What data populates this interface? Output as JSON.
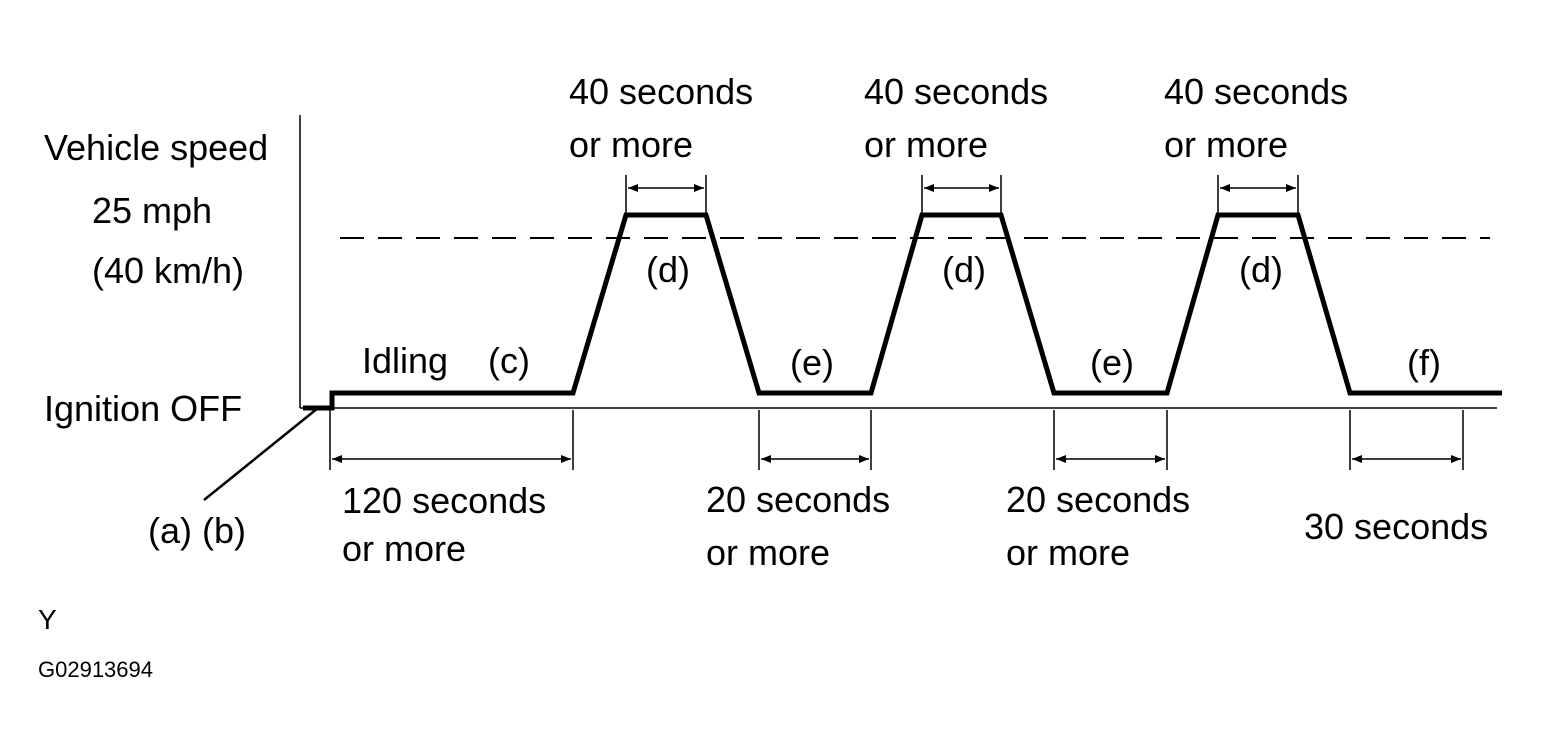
{
  "y_axis": {
    "title": "Vehicle speed",
    "speed_value": "25 mph",
    "speed_value_metric": "(40 km/h)",
    "base_label": "Ignition OFF"
  },
  "steps": {
    "ab": "(a) (b)",
    "idling": "Idling",
    "c": "(c)",
    "d1": "(d)",
    "d2": "(d)",
    "d3": "(d)",
    "e1": "(e)",
    "e2": "(e)",
    "f": "(f)"
  },
  "durations": {
    "idle": {
      "line1": "120 seconds",
      "line2": "or more"
    },
    "cruise1": {
      "line1": "40 seconds",
      "line2": "or more"
    },
    "cruise2": {
      "line1": "40 seconds",
      "line2": "or more"
    },
    "cruise3": {
      "line1": "40 seconds",
      "line2": "or more"
    },
    "stop1": {
      "line1": "20 seconds",
      "line2": "or more"
    },
    "stop2": {
      "line1": "20 seconds",
      "line2": "or more"
    },
    "final": {
      "line1": "30 seconds"
    }
  },
  "footer": {
    "mark": "Y",
    "figure_id": "G02913694"
  }
}
